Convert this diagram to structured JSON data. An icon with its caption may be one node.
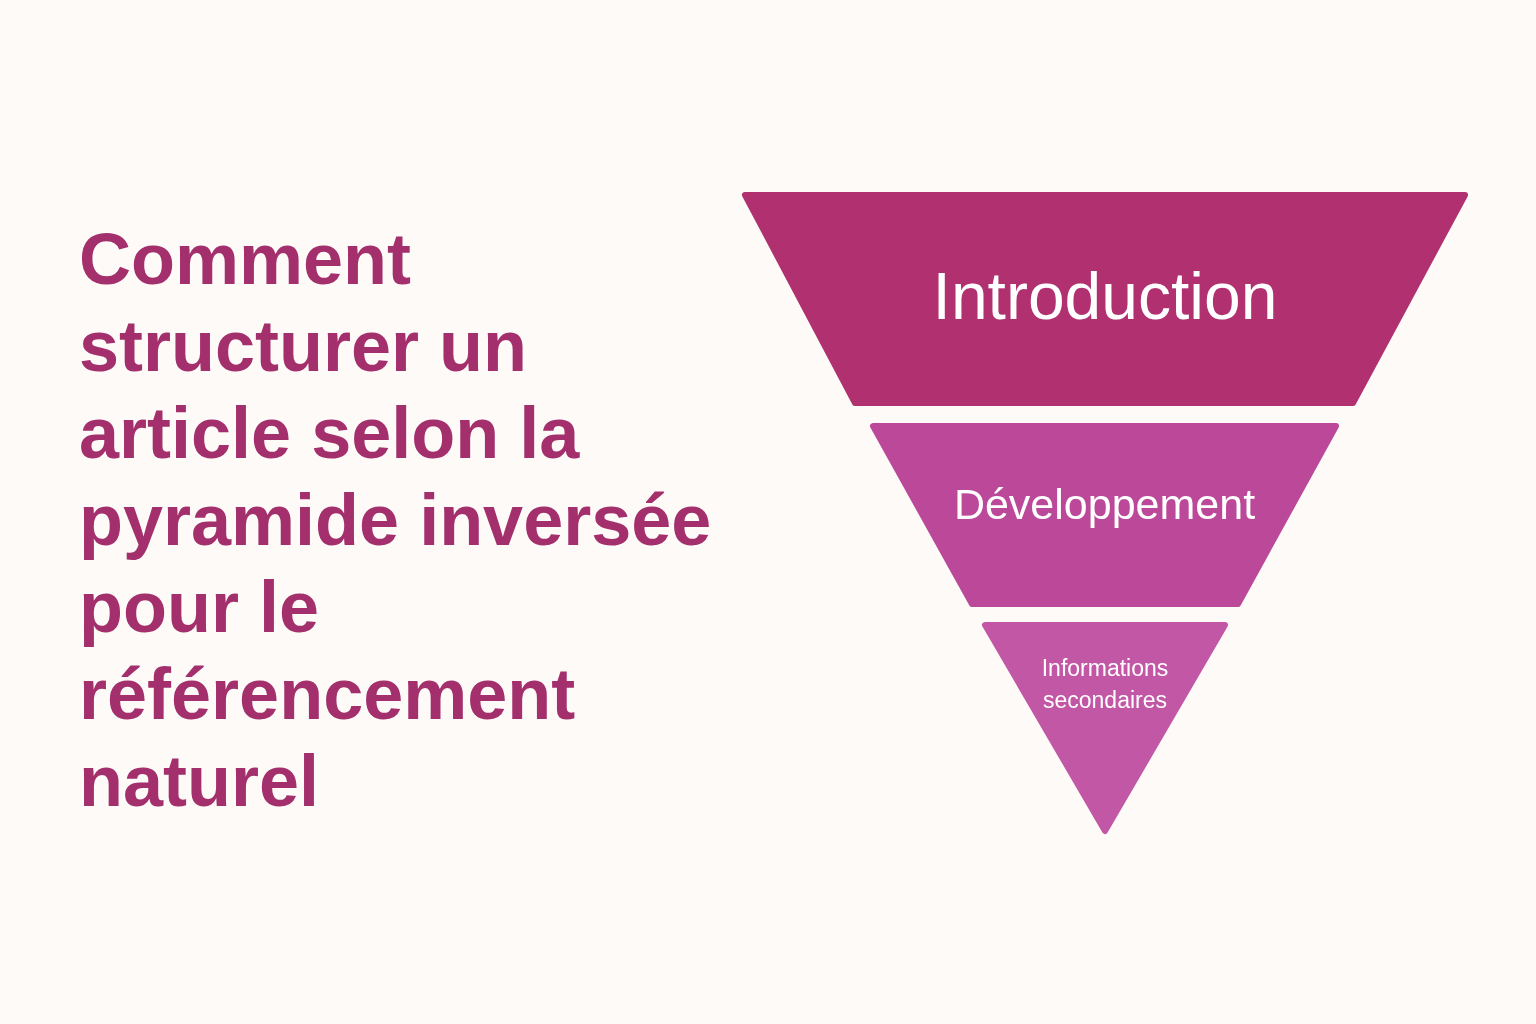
{
  "diagram": {
    "title": "Comment structurer un article selon la pyramide inversée pour le référencement naturel",
    "nodes": [
      {
        "text": [
          "Introduction"
        ]
      },
      {
        "text": [
          "Développement"
        ]
      },
      {
        "text": [
          "Informations secondaires"
        ]
      }
    ]
  }
}
